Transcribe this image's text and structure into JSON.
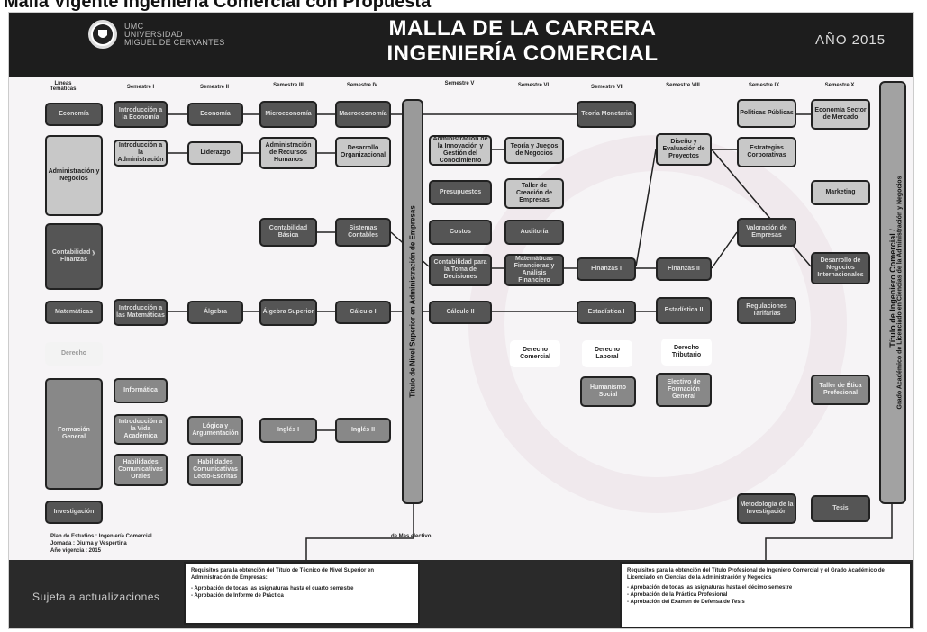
{
  "caption": "Malla Vigente Ingeniería Comercial con Propuesta",
  "header": {
    "uni_line1": "UMC",
    "uni_line2": "UNIVERSIDAD",
    "uni_line3": "MIGUEL DE CERVANTES",
    "title_line1": "MALLA DE LA CARRERA",
    "title_line2": "INGENIERÍA COMERCIAL",
    "year": "AÑO 2015"
  },
  "columns": {
    "lineas": "Líneas Temáticas",
    "s1": "Semestre I",
    "s2": "Semestre II",
    "s3": "Semestre III",
    "s4": "Semestre IV",
    "s5": "Semestre V",
    "s6": "Semestre VI",
    "s7": "Semestre VII",
    "s8": "Semestre VIII",
    "s9": "Semestre IX",
    "s10": "Semestre X"
  },
  "lines": {
    "economia": "Economía",
    "admin": "Administración y Negocios",
    "contab": "Contabilidad y Finanzas",
    "matem": "Matemáticas",
    "derecho": "Derecho",
    "formacion": "Formación General",
    "investigacion": "Investigación"
  },
  "courses": {
    "s1_eco": "Introducción a la Economía",
    "s1_adm": "Introducción a la Administración",
    "s1_mat": "Introducción a las Matemáticas",
    "s1_inf": "Informática",
    "s1_intro": "Introducción a la Vida Académica",
    "s1_hab": "Habilidades Comunicativas Orales",
    "s2_eco": "Economía",
    "s2_lid": "Liderazgo",
    "s2_alg": "Álgebra",
    "s2_log": "Lógica y Argumentación",
    "s2_hab": "Habilidades Comunicativas Lecto-Escritas",
    "s3_mic": "Microeconomía",
    "s3_rrhh": "Administración de Recursos Humanos",
    "s3_cont": "Contabilidad Básica",
    "s3_alg": "Álgebra Superior",
    "s3_ing": "Inglés I",
    "s4_mac": "Macroeconomía",
    "s4_des": "Desarrollo Organizacional",
    "s4_sis": "Sistemas Contables",
    "s4_calc": "Cálculo I",
    "s4_ing": "Inglés II",
    "s5_inn": "Administración de la Innovación y Gestión del Conocimiento",
    "s5_pre": "Presupuestos",
    "s5_cos": "Costos",
    "s5_cont": "Contabilidad para la Toma de Decisiones",
    "s5_calc": "Cálculo II",
    "s6_teo": "Teoría y Juegos de Negocios",
    "s6_tal": "Taller de Creación de Empresas",
    "s6_aud": "Auditoría",
    "s6_mat": "Matemáticas Financieras y Análisis Financiero",
    "s6_der": "Derecho Comercial",
    "s7_teo": "Teoría Monetaria",
    "s7_fin": "Finanzas I",
    "s7_est": "Estadística I",
    "s7_der": "Derecho Laboral",
    "s7_hum": "Humanismo Social",
    "s8_dis": "Diseño y Evaluación de Proyectos",
    "s8_fin": "Finanzas II",
    "s8_est": "Estadística II",
    "s8_der": "Derecho Tributario",
    "s8_ele": "Electivo de Formación General",
    "s9_pol": "Políticas Públicas",
    "s9_estr": "Estrategias Corporativas",
    "s9_val": "Valoración de Empresas",
    "s9_reg": "Regulaciones Tarifarias",
    "s9_met": "Metodología de la Investigación",
    "s10_eco": "Economía Sector de Mercado",
    "s10_mkt": "Marketing",
    "s10_des": "Desarrollo de Negocios Internacionales",
    "s10_tal": "Taller de Ética Profesional",
    "s10_tes": "Tesis"
  },
  "mid_title": "Título de Nivel Superior en Administración de Empresas",
  "right_title_1": "Título de Ingeniero Comercial /",
  "right_title_2": "Grado Académico de Licenciado en Ciencias de la Administración y Negocios",
  "plan": {
    "line1": "Plan de Estudios : Ingeniería Comercial",
    "line2": "Jornada : Diurna y Vespertina",
    "line3": "Año vigencia : 2015"
  },
  "mas_electivo": "de Mas electivo",
  "req_left": {
    "title": "Requisitos para la obtención del Título de Técnico de Nivel Superior en Administración de Empresas:",
    "item1": "- Aprobación de todas las asignaturas hasta el cuarto semestre",
    "item2": "- Aprobación de Informe de Práctica"
  },
  "req_right": {
    "title": "Requisitos para la obtención del Título Profesional de Ingeniero Comercial y el Grado Académico de Licenciado en Ciencias de la Administración y Negocios",
    "item1": "- Aprobación de todas las asignaturas hasta el décimo semestre",
    "item2": "- Aprobación de la Práctica Profesional",
    "item3": "- Aprobación del Examen de Defensa de Tesis"
  },
  "footer": "Sujeta a actualizaciones"
}
